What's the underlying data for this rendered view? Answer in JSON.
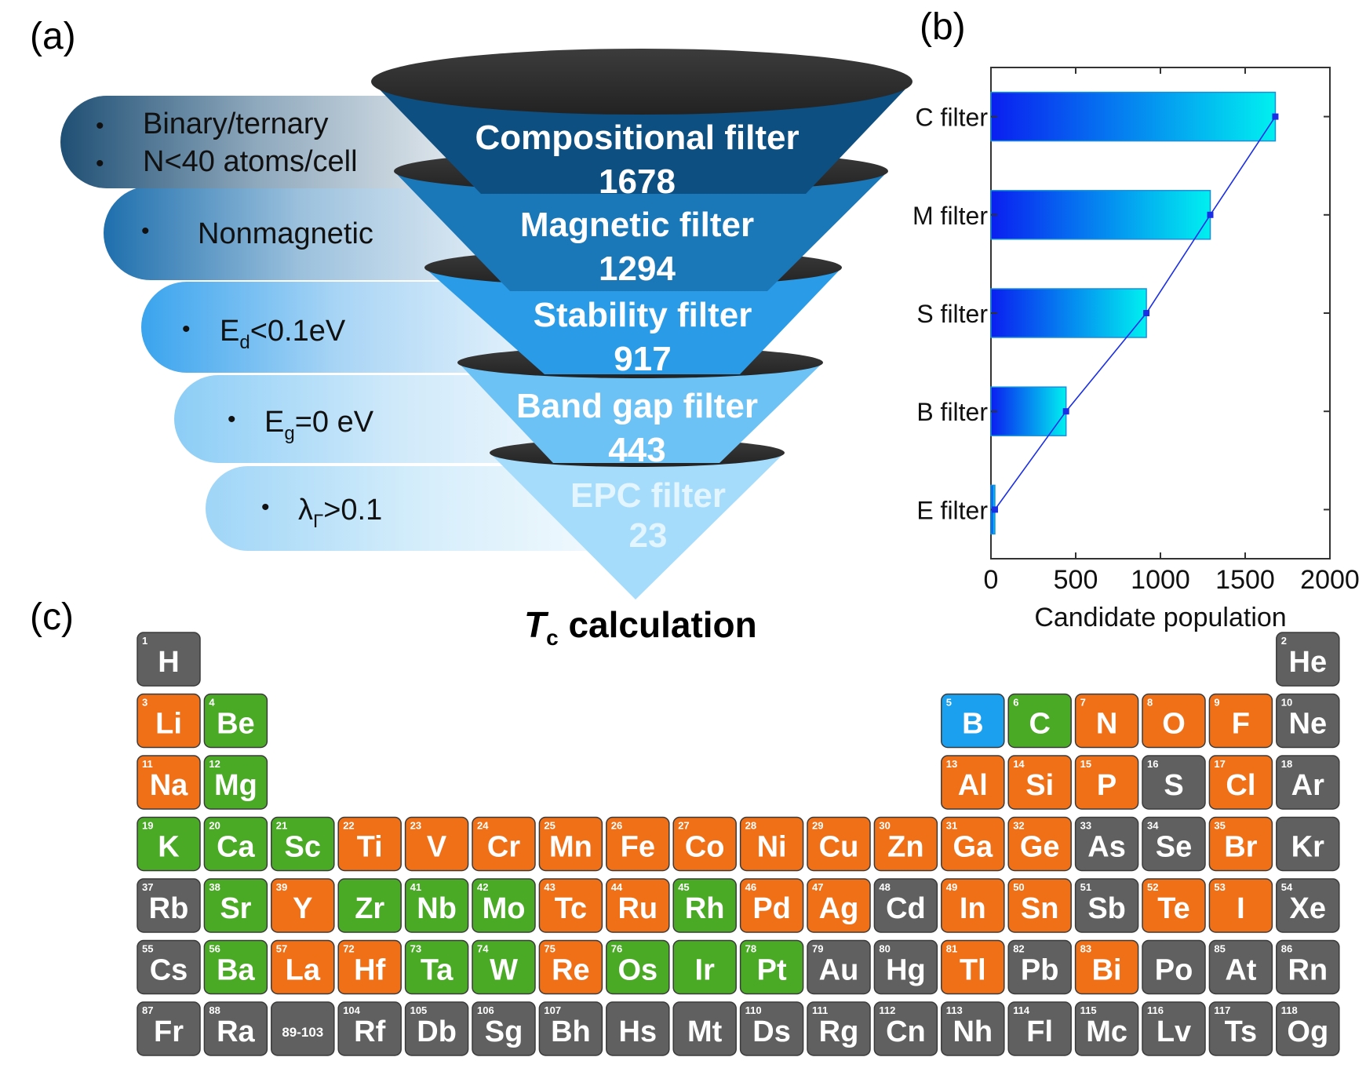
{
  "panel_labels": {
    "a": "(a)",
    "b": "(b)",
    "c": "(c)"
  },
  "criteria": [
    {
      "lines": [
        "Binary/ternary",
        "N<40 atoms/cell"
      ]
    },
    {
      "lines": [
        "Nonmagnetic"
      ]
    },
    {
      "main": "E",
      "sub": "d",
      "rest": "<0.1eV"
    },
    {
      "main": "E",
      "sub": "g",
      "rest": "=0 eV"
    },
    {
      "main": "λ",
      "sub": "Γ",
      "rest": ">0.1"
    }
  ],
  "funnel": [
    {
      "name": "Compositional filter",
      "count": "1678"
    },
    {
      "name": "Magnetic filter",
      "count": "1294"
    },
    {
      "name": "Stability filter",
      "count": "917"
    },
    {
      "name": "Band gap filter",
      "count": "443"
    },
    {
      "name": "EPC filter",
      "count": "23"
    }
  ],
  "tc_label": {
    "italic": "T",
    "sub": "c",
    "rest": " calculation"
  },
  "colors": {
    "funnel": [
      "#0d4f80",
      "#1a77b8",
      "#2a9be6",
      "#6cc2f5",
      "#a6dcfb"
    ],
    "rim": "#2b2b2b",
    "orange": "#f07018",
    "green": "#4aaa26",
    "blue": "#1aa0ee",
    "gray": "#606060",
    "bar_left": "#0a1ef0",
    "bar_right": "#00f0f0"
  },
  "chart_data": {
    "type": "bar",
    "orientation": "horizontal",
    "categories": [
      "C filter",
      "M filter",
      "S filter",
      "B filter",
      "E filter"
    ],
    "values": [
      1678,
      1294,
      917,
      443,
      23
    ],
    "xlabel": "Candidate population",
    "xlim": [
      0,
      2000
    ],
    "xticks": [
      "0",
      "500",
      "1000",
      "1500",
      "2000"
    ],
    "overlay": "line with square markers connecting bar ends"
  },
  "periodic_table": {
    "elements": [
      {
        "n": "1",
        "s": "H",
        "c": "gray",
        "r": 1,
        "col": 1
      },
      {
        "n": "2",
        "s": "He",
        "c": "gray",
        "r": 1,
        "col": 18
      },
      {
        "n": "3",
        "s": "Li",
        "c": "orange",
        "r": 2,
        "col": 1
      },
      {
        "n": "4",
        "s": "Be",
        "c": "green",
        "r": 2,
        "col": 2
      },
      {
        "n": "5",
        "s": "B",
        "c": "blue",
        "r": 2,
        "col": 13
      },
      {
        "n": "6",
        "s": "C",
        "c": "green",
        "r": 2,
        "col": 14
      },
      {
        "n": "7",
        "s": "N",
        "c": "orange",
        "r": 2,
        "col": 15
      },
      {
        "n": "8",
        "s": "O",
        "c": "orange",
        "r": 2,
        "col": 16
      },
      {
        "n": "9",
        "s": "F",
        "c": "orange",
        "r": 2,
        "col": 17
      },
      {
        "n": "10",
        "s": "Ne",
        "c": "gray",
        "r": 2,
        "col": 18
      },
      {
        "n": "11",
        "s": "Na",
        "c": "orange",
        "r": 3,
        "col": 1
      },
      {
        "n": "12",
        "s": "Mg",
        "c": "green",
        "r": 3,
        "col": 2
      },
      {
        "n": "13",
        "s": "Al",
        "c": "orange",
        "r": 3,
        "col": 13
      },
      {
        "n": "14",
        "s": "Si",
        "c": "orange",
        "r": 3,
        "col": 14
      },
      {
        "n": "15",
        "s": "P",
        "c": "orange",
        "r": 3,
        "col": 15
      },
      {
        "n": "16",
        "s": "S",
        "c": "gray",
        "r": 3,
        "col": 16
      },
      {
        "n": "17",
        "s": "Cl",
        "c": "orange",
        "r": 3,
        "col": 17
      },
      {
        "n": "18",
        "s": "Ar",
        "c": "gray",
        "r": 3,
        "col": 18
      },
      {
        "n": "19",
        "s": "K",
        "c": "green",
        "r": 4,
        "col": 1
      },
      {
        "n": "20",
        "s": "Ca",
        "c": "green",
        "r": 4,
        "col": 2
      },
      {
        "n": "21",
        "s": "Sc",
        "c": "green",
        "r": 4,
        "col": 3
      },
      {
        "n": "22",
        "s": "Ti",
        "c": "orange",
        "r": 4,
        "col": 4
      },
      {
        "n": "23",
        "s": "V",
        "c": "orange",
        "r": 4,
        "col": 5
      },
      {
        "n": "24",
        "s": "Cr",
        "c": "orange",
        "r": 4,
        "col": 6
      },
      {
        "n": "25",
        "s": "Mn",
        "c": "orange",
        "r": 4,
        "col": 7
      },
      {
        "n": "26",
        "s": "Fe",
        "c": "orange",
        "r": 4,
        "col": 8
      },
      {
        "n": "27",
        "s": "Co",
        "c": "orange",
        "r": 4,
        "col": 9
      },
      {
        "n": "28",
        "s": "Ni",
        "c": "orange",
        "r": 4,
        "col": 10
      },
      {
        "n": "29",
        "s": "Cu",
        "c": "orange",
        "r": 4,
        "col": 11
      },
      {
        "n": "30",
        "s": "Zn",
        "c": "orange",
        "r": 4,
        "col": 12
      },
      {
        "n": "31",
        "s": "Ga",
        "c": "orange",
        "r": 4,
        "col": 13
      },
      {
        "n": "32",
        "s": "Ge",
        "c": "orange",
        "r": 4,
        "col": 14
      },
      {
        "n": "33",
        "s": "As",
        "c": "gray",
        "r": 4,
        "col": 15
      },
      {
        "n": "34",
        "s": "Se",
        "c": "gray",
        "r": 4,
        "col": 16
      },
      {
        "n": "35",
        "s": "Br",
        "c": "orange",
        "r": 4,
        "col": 17
      },
      {
        "n": "",
        "s": "Kr",
        "c": "gray",
        "r": 4,
        "col": 18
      },
      {
        "n": "37",
        "s": "Rb",
        "c": "gray",
        "r": 5,
        "col": 1
      },
      {
        "n": "38",
        "s": "Sr",
        "c": "green",
        "r": 5,
        "col": 2
      },
      {
        "n": "39",
        "s": "Y",
        "c": "orange",
        "r": 5,
        "col": 3
      },
      {
        "n": "",
        "s": "Zr",
        "c": "green",
        "r": 5,
        "col": 4
      },
      {
        "n": "41",
        "s": "Nb",
        "c": "green",
        "r": 5,
        "col": 5
      },
      {
        "n": "42",
        "s": "Mo",
        "c": "green",
        "r": 5,
        "col": 6
      },
      {
        "n": "43",
        "s": "Tc",
        "c": "orange",
        "r": 5,
        "col": 7
      },
      {
        "n": "44",
        "s": "Ru",
        "c": "orange",
        "r": 5,
        "col": 8
      },
      {
        "n": "45",
        "s": "Rh",
        "c": "green",
        "r": 5,
        "col": 9
      },
      {
        "n": "46",
        "s": "Pd",
        "c": "orange",
        "r": 5,
        "col": 10
      },
      {
        "n": "47",
        "s": "Ag",
        "c": "orange",
        "r": 5,
        "col": 11
      },
      {
        "n": "48",
        "s": "Cd",
        "c": "gray",
        "r": 5,
        "col": 12
      },
      {
        "n": "49",
        "s": "In",
        "c": "orange",
        "r": 5,
        "col": 13
      },
      {
        "n": "50",
        "s": "Sn",
        "c": "orange",
        "r": 5,
        "col": 14
      },
      {
        "n": "51",
        "s": "Sb",
        "c": "gray",
        "r": 5,
        "col": 15
      },
      {
        "n": "52",
        "s": "Te",
        "c": "orange",
        "r": 5,
        "col": 16
      },
      {
        "n": "53",
        "s": "I",
        "c": "orange",
        "r": 5,
        "col": 17
      },
      {
        "n": "54",
        "s": "Xe",
        "c": "gray",
        "r": 5,
        "col": 18
      },
      {
        "n": "55",
        "s": "Cs",
        "c": "gray",
        "r": 6,
        "col": 1
      },
      {
        "n": "56",
        "s": "Ba",
        "c": "green",
        "r": 6,
        "col": 2
      },
      {
        "n": "57",
        "s": "La",
        "c": "orange",
        "r": 6,
        "col": 3
      },
      {
        "n": "72",
        "s": "Hf",
        "c": "orange",
        "r": 6,
        "col": 4
      },
      {
        "n": "73",
        "s": "Ta",
        "c": "green",
        "r": 6,
        "col": 5
      },
      {
        "n": "74",
        "s": "W",
        "c": "green",
        "r": 6,
        "col": 6
      },
      {
        "n": "75",
        "s": "Re",
        "c": "orange",
        "r": 6,
        "col": 7
      },
      {
        "n": "76",
        "s": "Os",
        "c": "green",
        "r": 6,
        "col": 8
      },
      {
        "n": "",
        "s": "Ir",
        "c": "green",
        "r": 6,
        "col": 9
      },
      {
        "n": "78",
        "s": "Pt",
        "c": "green",
        "r": 6,
        "col": 10
      },
      {
        "n": "79",
        "s": "Au",
        "c": "gray",
        "r": 6,
        "col": 11
      },
      {
        "n": "80",
        "s": "Hg",
        "c": "gray",
        "r": 6,
        "col": 12
      },
      {
        "n": "81",
        "s": "Tl",
        "c": "orange",
        "r": 6,
        "col": 13
      },
      {
        "n": "82",
        "s": "Pb",
        "c": "gray",
        "r": 6,
        "col": 14
      },
      {
        "n": "83",
        "s": "Bi",
        "c": "orange",
        "r": 6,
        "col": 15
      },
      {
        "n": "",
        "s": "Po",
        "c": "gray",
        "r": 6,
        "col": 16
      },
      {
        "n": "85",
        "s": "At",
        "c": "gray",
        "r": 6,
        "col": 17
      },
      {
        "n": "86",
        "s": "Rn",
        "c": "gray",
        "r": 6,
        "col": 18
      },
      {
        "n": "87",
        "s": "Fr",
        "c": "gray",
        "r": 7,
        "col": 1
      },
      {
        "n": "88",
        "s": "Ra",
        "c": "gray",
        "r": 7,
        "col": 2
      },
      {
        "n": "",
        "s": "89-103",
        "c": "gray",
        "r": 7,
        "col": 3,
        "small": true
      },
      {
        "n": "104",
        "s": "Rf",
        "c": "gray",
        "r": 7,
        "col": 4
      },
      {
        "n": "105",
        "s": "Db",
        "c": "gray",
        "r": 7,
        "col": 5
      },
      {
        "n": "106",
        "s": "Sg",
        "c": "gray",
        "r": 7,
        "col": 6
      },
      {
        "n": "107",
        "s": "Bh",
        "c": "gray",
        "r": 7,
        "col": 7
      },
      {
        "n": "",
        "s": "Hs",
        "c": "gray",
        "r": 7,
        "col": 8
      },
      {
        "n": "",
        "s": "Mt",
        "c": "gray",
        "r": 7,
        "col": 9
      },
      {
        "n": "110",
        "s": "Ds",
        "c": "gray",
        "r": 7,
        "col": 10
      },
      {
        "n": "111",
        "s": "Rg",
        "c": "gray",
        "r": 7,
        "col": 11
      },
      {
        "n": "112",
        "s": "Cn",
        "c": "gray",
        "r": 7,
        "col": 12
      },
      {
        "n": "113",
        "s": "Nh",
        "c": "gray",
        "r": 7,
        "col": 13
      },
      {
        "n": "114",
        "s": "Fl",
        "c": "gray",
        "r": 7,
        "col": 14
      },
      {
        "n": "115",
        "s": "Mc",
        "c": "gray",
        "r": 7,
        "col": 15
      },
      {
        "n": "116",
        "s": "Lv",
        "c": "gray",
        "r": 7,
        "col": 16
      },
      {
        "n": "117",
        "s": "Ts",
        "c": "gray",
        "r": 7,
        "col": 17
      },
      {
        "n": "118",
        "s": "Og",
        "c": "gray",
        "r": 7,
        "col": 18
      }
    ]
  }
}
